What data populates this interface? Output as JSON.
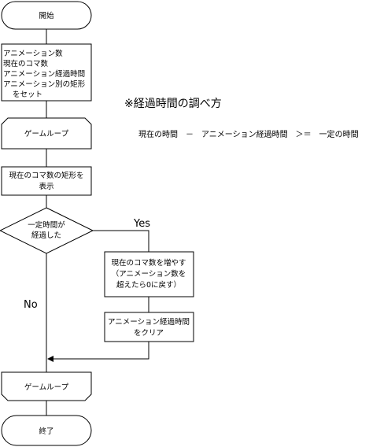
{
  "flowchart": {
    "start": {
      "label": "開始"
    },
    "init": {
      "lines": [
        "アニメーション数",
        "現在のコマ数",
        "アニメーション経過時間",
        "アニメーション別の矩形",
        "をセット"
      ]
    },
    "loop_start": {
      "label": "ゲームループ"
    },
    "display": {
      "lines": [
        "現在のコマ数の矩形を",
        "表示"
      ]
    },
    "decision": {
      "lines": [
        "一定時間が",
        "経過した"
      ]
    },
    "yes_label": "Yes",
    "no_label": "No",
    "increment": {
      "lines": [
        "現在のコマ数を増やす",
        "（アニメーション数を",
        "超えたら0に戻す）"
      ]
    },
    "clear": {
      "lines": [
        "アニメーション経過時間",
        "をクリア"
      ]
    },
    "loop_end": {
      "label": "ゲームループ"
    },
    "end": {
      "label": "終了"
    }
  },
  "note": {
    "title": "※経過時間の調べ方",
    "formula": "現在の時間　－　アニメーション経過時間　＞＝　一定の時間"
  }
}
